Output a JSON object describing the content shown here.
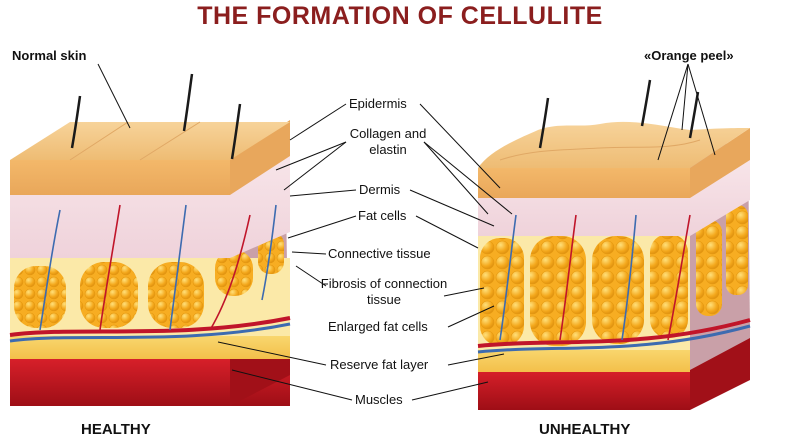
{
  "title": "THE FORMATION OF CELLULITE",
  "left_label": "Normal skin",
  "right_label": "«Orange peel»",
  "layers": {
    "epidermis": "Epidermis",
    "collagen": "Collagen and elastin",
    "dermis": "Dermis",
    "fat_cells": "Fat cells",
    "connective": "Connective tissue",
    "fibrosis": "Fibrosis of connection tissue",
    "enlarged": "Enlarged fat cells",
    "reserve": "Reserve fat layer",
    "muscles": "Muscles"
  },
  "footer": {
    "healthy": "HEALTHY",
    "unhealthy": "UNHEALTHY"
  },
  "colors": {
    "title": "#8b1e1e",
    "skin": "#f2c88a",
    "dermis": "#f5dfe6",
    "fat": "#f4a81c",
    "muscle": "#c8141e"
  }
}
